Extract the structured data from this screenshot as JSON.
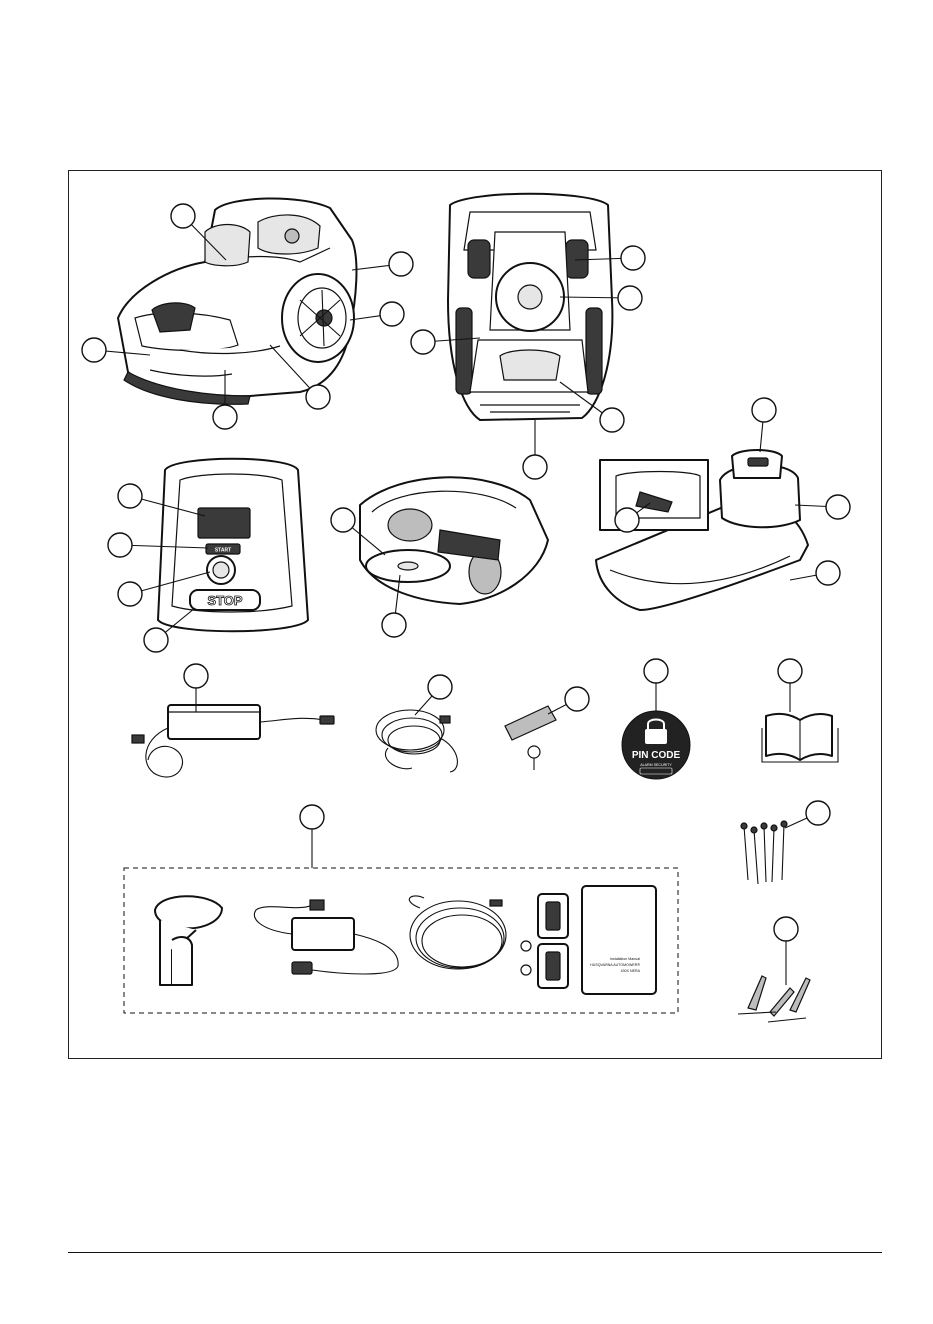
{
  "illustration": {
    "stop_button_label": "STOP",
    "start_button_label": "START",
    "pin_sticker": {
      "title": "PIN CODE",
      "subtitle": "ALARM SECURITY"
    },
    "accessory_manual_lines": [
      "Installation Manual",
      "HUSQVARNA AUTOMOWER®",
      "430X NERA"
    ]
  }
}
